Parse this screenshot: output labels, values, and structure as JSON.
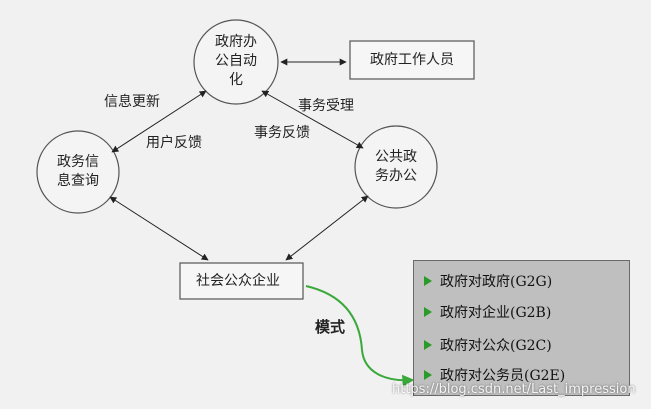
{
  "nodes": {
    "office_automation": "政府办\n公自动\n化",
    "info_query": "政务信\n息查询",
    "public_service": "公共政\n务办公",
    "gov_staff": "政府工作人员",
    "public_enterprise": "社会公众企业"
  },
  "edge_labels": {
    "info_update": "信息更新",
    "user_feedback": "用户反馈",
    "affair_accept": "事务受理",
    "affair_feedback": "事务反馈"
  },
  "mode": {
    "label": "模式",
    "items": [
      "政府对政府(G2G)",
      "政府对企业(G2B)",
      "政府对公众(G2C)",
      "政府对公务员(G2E)"
    ]
  },
  "watermark": "https://blog.csdn.net/Last_impression",
  "colors": {
    "bullet": "#2a9a28",
    "panel_bg": "#bfbfbf",
    "arrow_green": "#3aa83a"
  }
}
